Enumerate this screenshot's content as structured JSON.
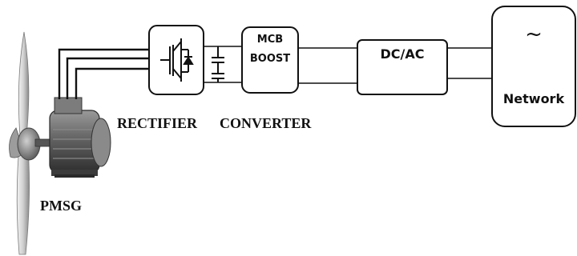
{
  "labels": {
    "generator": "PMSG",
    "rectifier": "RECTIFIER",
    "converter": "CONVERTER",
    "boost_line1": "MCB",
    "boost_line2": "BOOST",
    "inverter": "DC/AC",
    "grid_symbol": "~",
    "grid": "Network"
  },
  "icons": {
    "turbine": "wind-turbine-blades-icon",
    "generator": "electric-motor-generator-icon",
    "switch": "igbt-transistor-icon",
    "capacitor": "capacitor-icon"
  },
  "colors": {
    "line": "#111111",
    "motor_body": "#6b6b6b",
    "blade": "#d9d9d9"
  }
}
